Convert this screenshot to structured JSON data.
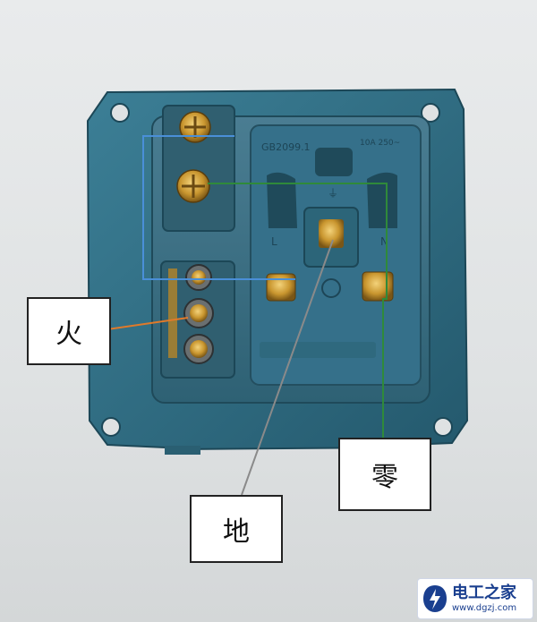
{
  "labels": {
    "fire": "火",
    "neutral": "零",
    "earth": "地"
  },
  "socket_markings": {
    "standard": "GB2099.1",
    "rating": "10A 250~",
    "left_terminal": "L",
    "right_terminal": "N",
    "earth_symbol": "⏚"
  },
  "watermark": {
    "name": "电工之家",
    "url": "www.dgzj.com"
  },
  "colors": {
    "plate": "#2f6f86",
    "brass": "#c9962f",
    "blue_wire_annotation": "#4a8fd8",
    "green_wire_annotation": "#2f8a3a",
    "orange_wire_annotation": "#e07a2a",
    "gray_wire_annotation": "#8a8a8a"
  }
}
